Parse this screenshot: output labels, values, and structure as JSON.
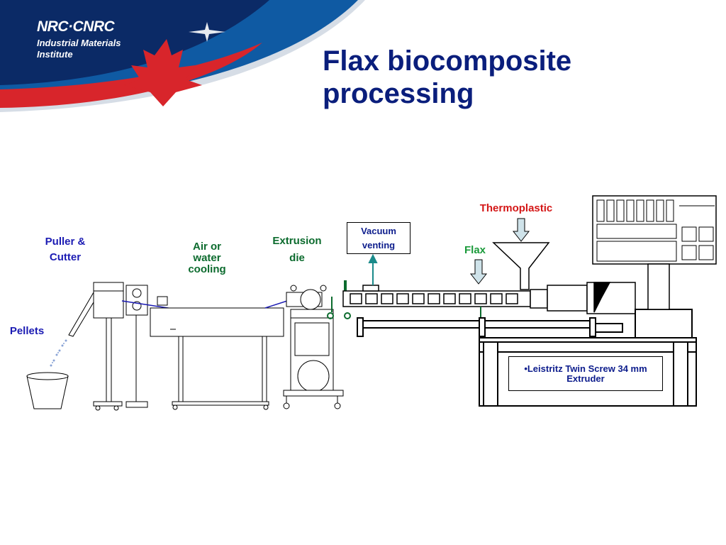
{
  "brand": {
    "logo": "NRC·CNRC",
    "institute_line1": "Industrial Materials",
    "institute_line2": "Institute",
    "colors": {
      "navy": "#0b2a66",
      "blue": "#0f5aa3",
      "red": "#d8252b",
      "white": "#ffffff"
    }
  },
  "slide": {
    "title": "Flax biocomposite processing"
  },
  "labels": {
    "puller_line1": "Puller &",
    "puller_line2": "Cutter",
    "pellets": "Pellets",
    "cooling_line1": "Air or",
    "cooling_line2": "water",
    "cooling_line3": "cooling",
    "die_line1": "Extrusion",
    "die_line2": "die",
    "vacuum_line1": "Vacuum",
    "vacuum_line2": "venting",
    "thermoplastic": "Thermoplastic",
    "flax": "Flax",
    "extruder_line1": "•Leistritz Twin Screw 34 mm",
    "extruder_line2": "Extruder"
  },
  "colors": {
    "title": "#0a1e7c",
    "label_blue": "#1b1bb3",
    "label_green": "#0c6b2e",
    "thermoplastic": "#d41717",
    "flax": "#1a9a3a",
    "arrow_fill": "#cfe3ea"
  }
}
